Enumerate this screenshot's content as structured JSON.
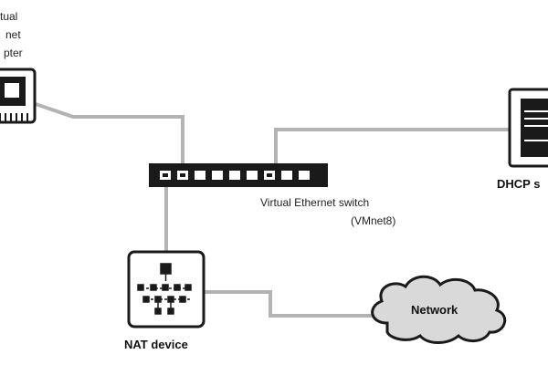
{
  "adapter": {
    "label_lines": [
      "tual",
      "net",
      "pter"
    ]
  },
  "switch": {
    "label_line1": "Virtual Ethernet switch",
    "label_line2": "(VMnet8)"
  },
  "dhcp": {
    "label": "DHCP s"
  },
  "nat": {
    "label": "NAT device"
  },
  "network": {
    "label": "Network"
  },
  "colors": {
    "line": "#b3b3b3",
    "device": "#1a1a1a",
    "cloud_fill": "#d9d9d9"
  }
}
